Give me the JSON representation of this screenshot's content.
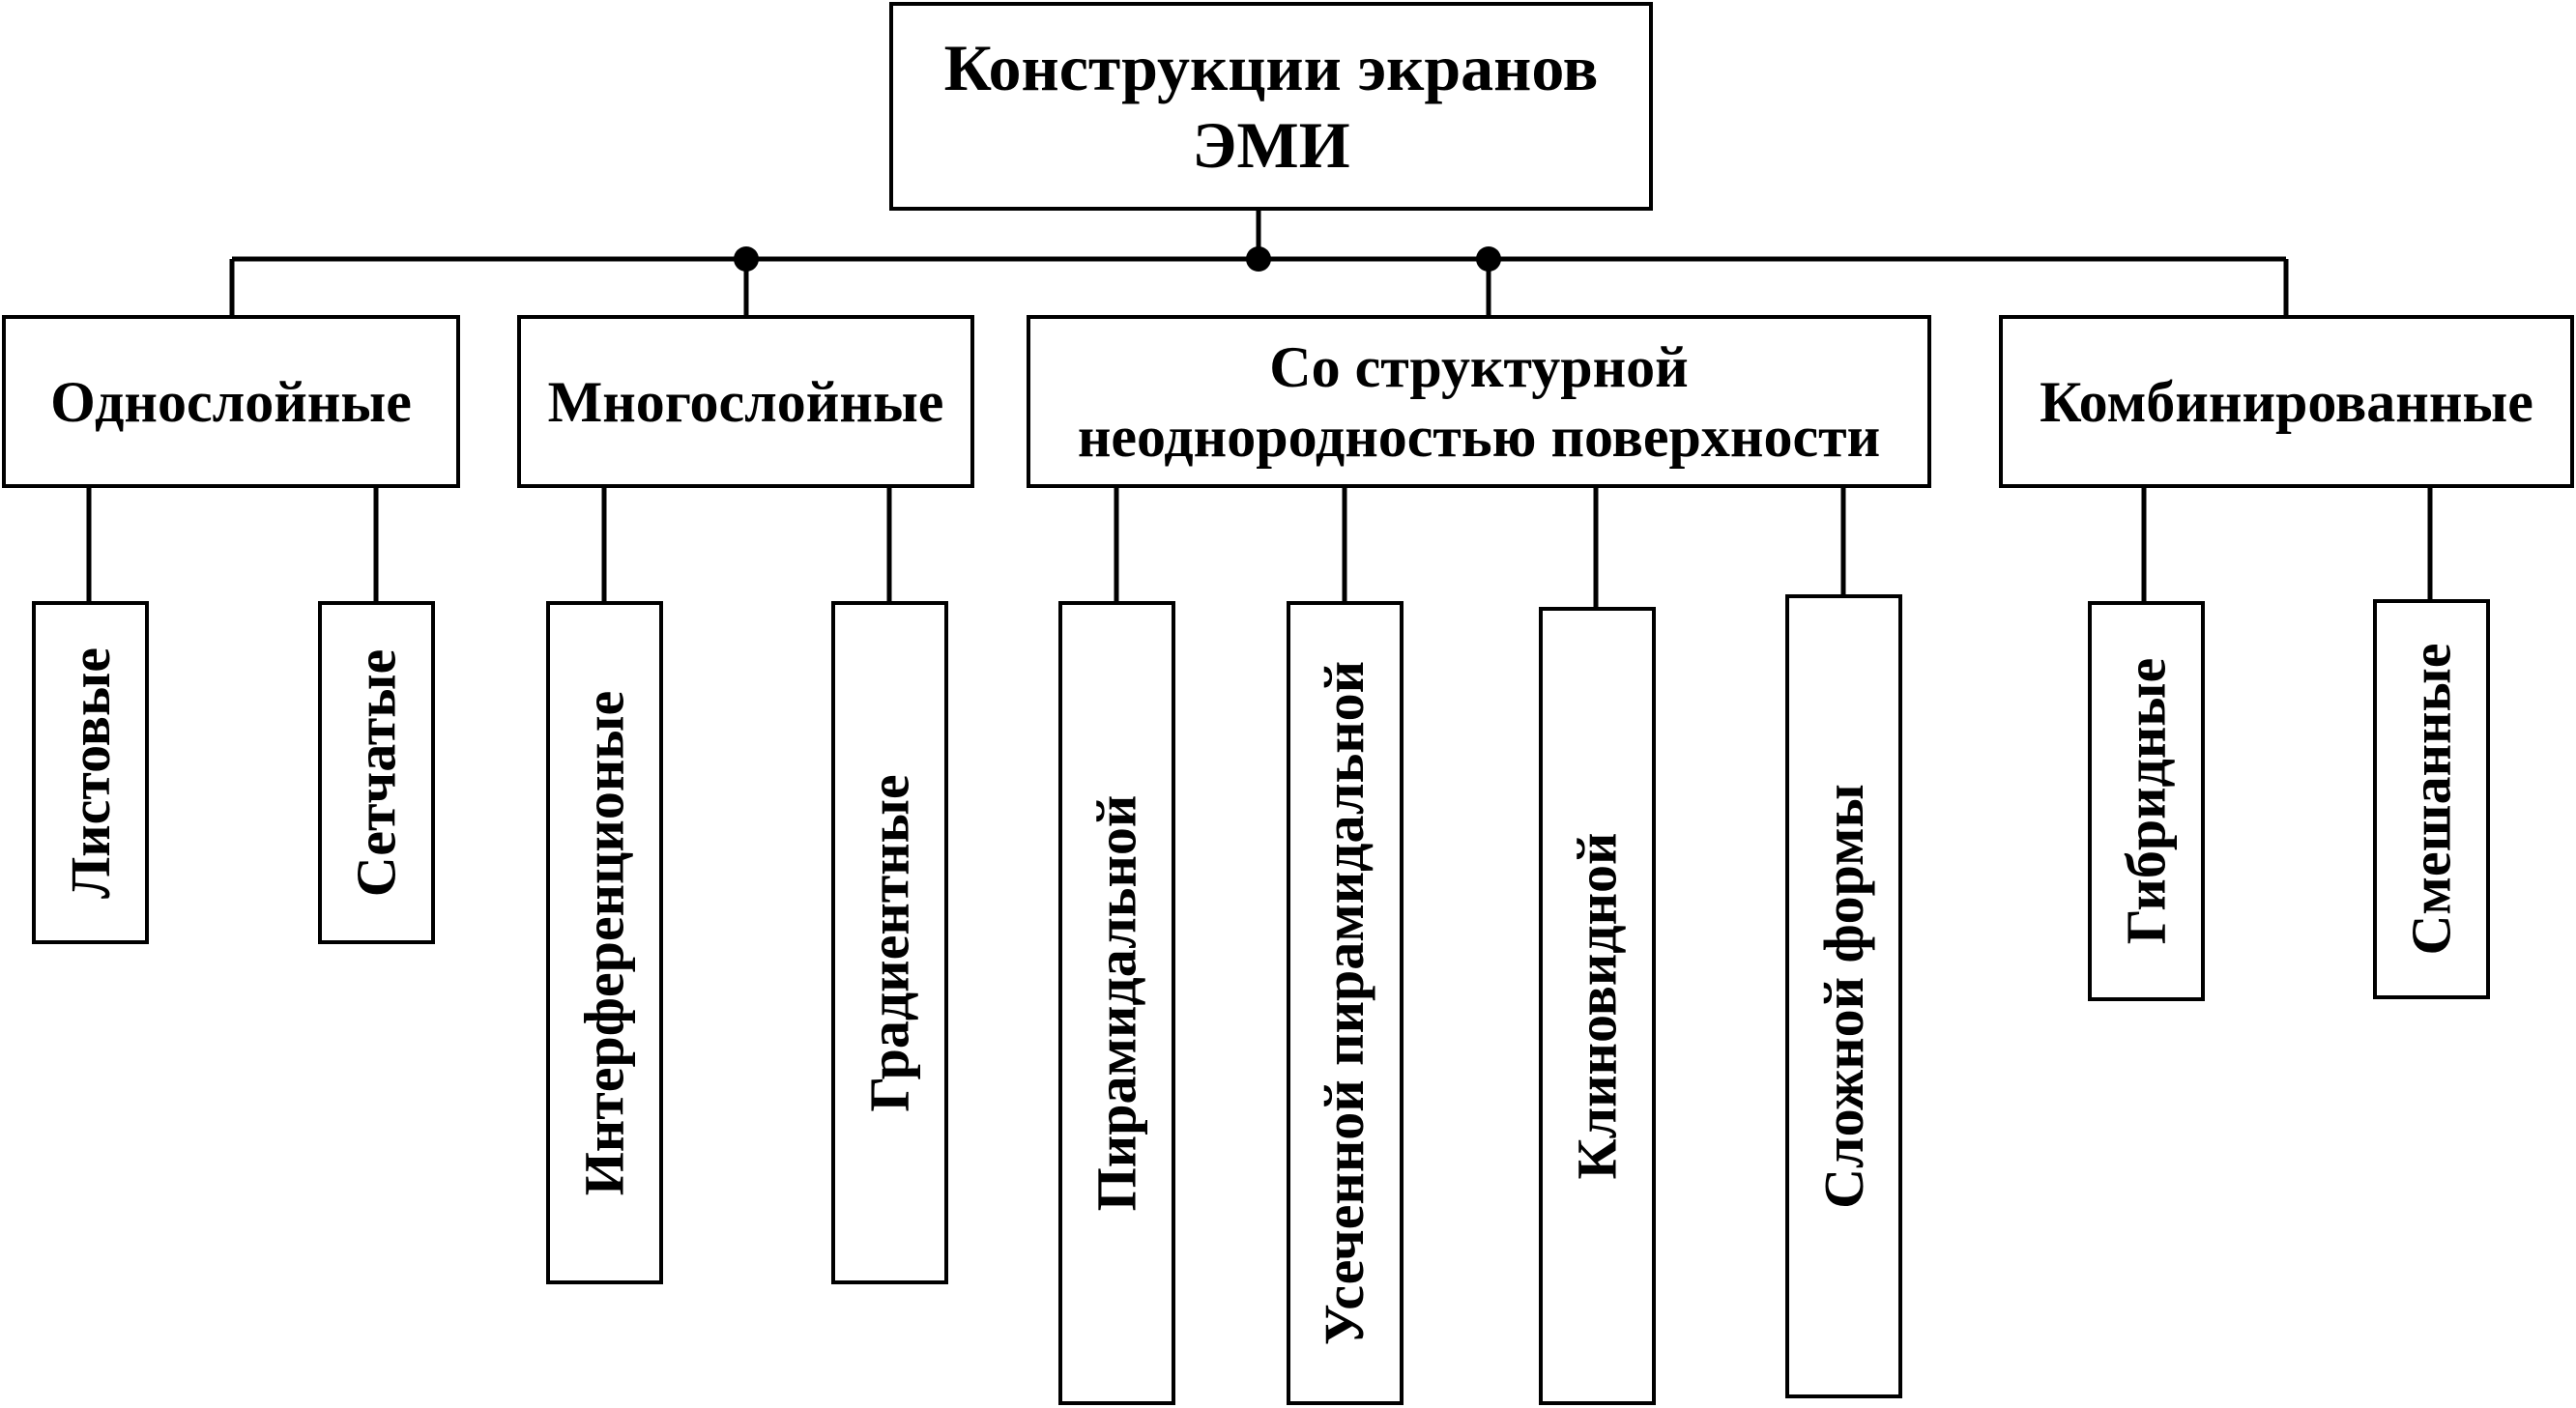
{
  "root": {
    "line1": "Конструкции экранов",
    "line2": "ЭМИ"
  },
  "categories": [
    {
      "label": "Однослойные",
      "children": [
        "Листовые",
        "Сетчатые"
      ]
    },
    {
      "label": "Многослойные",
      "children": [
        "Интерференционые",
        "Градиентные"
      ]
    },
    {
      "line1": "Со структурной",
      "line2": "неоднородностью поверхности",
      "children": [
        "Пирамидальной",
        "Усеченной пирамидальной",
        "Клиновидной",
        "Сложной формы"
      ]
    },
    {
      "label": "Комбинированные",
      "children": [
        "Гибридные",
        "Смешанные"
      ]
    }
  ]
}
